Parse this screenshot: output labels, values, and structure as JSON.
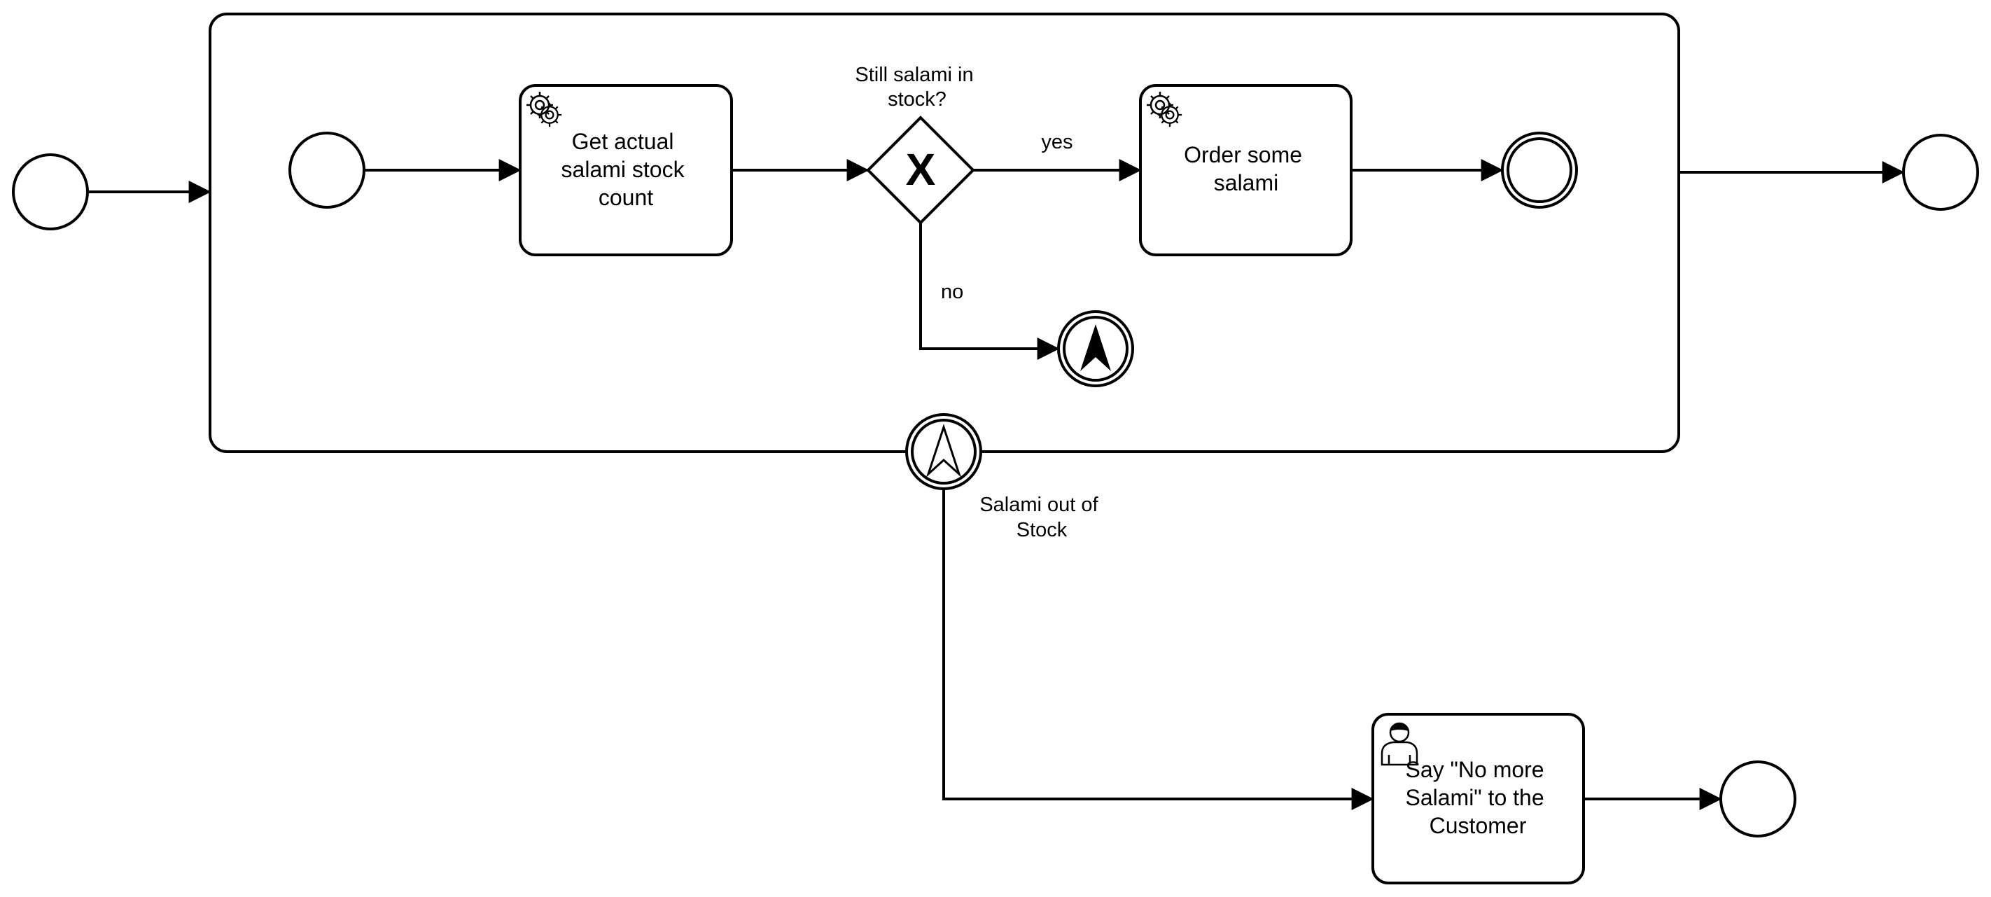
{
  "diagram": {
    "tasks": {
      "get_stock": [
        "Get actual",
        "salami stock",
        "count"
      ],
      "order": [
        "Order some",
        "salami"
      ],
      "say_no_more": [
        "Say \"No more",
        "Salami\" to the",
        "Customer"
      ]
    },
    "gateway": {
      "label": [
        "Still salami in",
        "stock?"
      ],
      "marker": "X"
    },
    "flows": {
      "yes_label": "yes",
      "no_label": "no"
    },
    "boundary_event": {
      "label": [
        "Salami out of",
        "Stock"
      ],
      "type": "escalation"
    },
    "icons": {
      "service_task": "gear-icon",
      "user_task": "user-icon",
      "escalation_end": "escalation-end-icon",
      "escalation_boundary": "escalation-catch-icon"
    }
  }
}
